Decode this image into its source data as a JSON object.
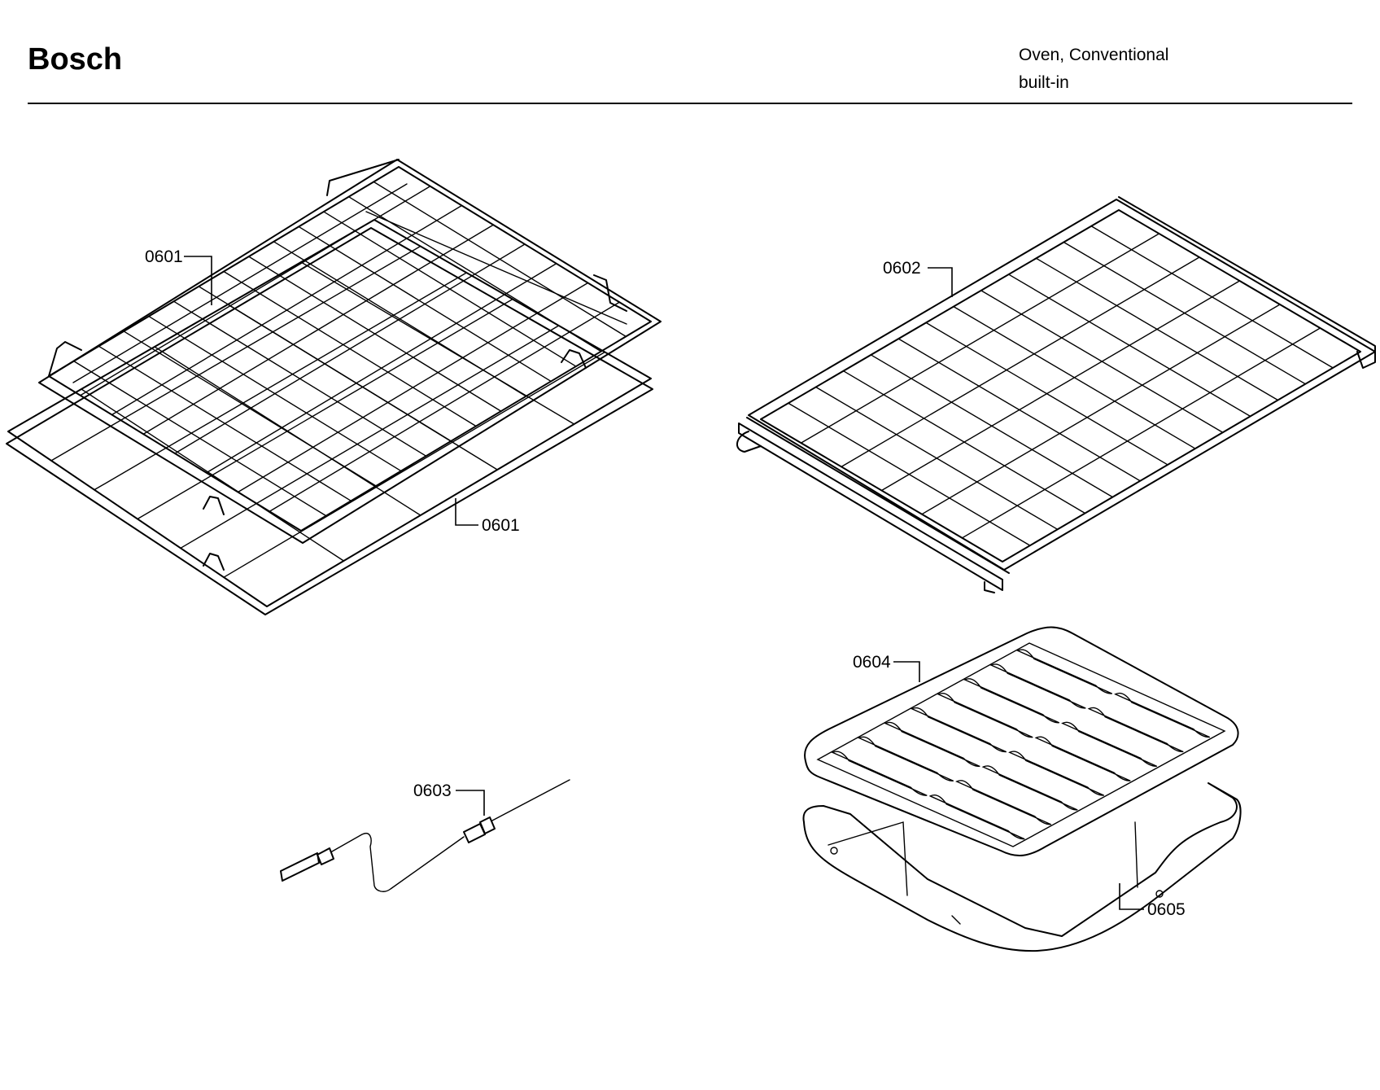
{
  "header": {
    "brand": "Bosch",
    "product_line_1": "Oven, Conventional",
    "product_line_2": "built-in"
  },
  "parts": [
    {
      "id": "rack-top",
      "label": "0601",
      "icon": "wire-rack"
    },
    {
      "id": "rack-bottom",
      "label": "0601",
      "icon": "wire-rack"
    },
    {
      "id": "telescopic-rack",
      "label": "0602",
      "icon": "telescopic-rack"
    },
    {
      "id": "meat-probe",
      "label": "0603",
      "icon": "temperature-probe"
    },
    {
      "id": "broil-pan-grid",
      "label": "0604",
      "icon": "broil-pan-insert"
    },
    {
      "id": "broil-pan",
      "label": "0605",
      "icon": "broil-pan"
    }
  ]
}
